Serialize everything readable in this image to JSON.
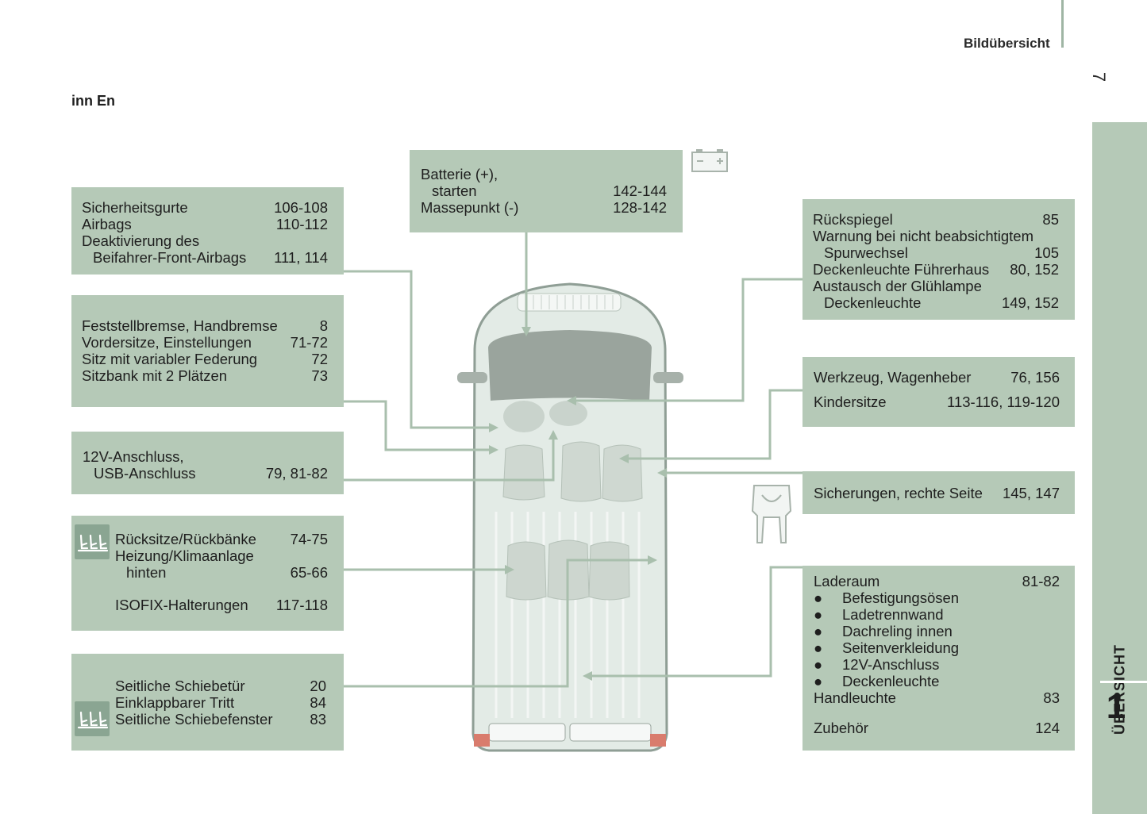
{
  "header": {
    "title": "Bildübersicht",
    "page_number": "7"
  },
  "section": {
    "heading": "inn En"
  },
  "side_tab": {
    "label": "ÜBERSICHT",
    "number": "1"
  },
  "colors": {
    "box_bg": "#b5c9b7",
    "leader_line": "#a9bfad",
    "icon_bg": "#8aa592"
  },
  "boxes": {
    "battery": {
      "rows": [
        {
          "text": "Batterie (+),",
          "pages": ""
        },
        {
          "text": "starten",
          "pages": "142-144"
        },
        {
          "text": "Massepunkt (-)",
          "pages": "128-142"
        }
      ]
    },
    "belts": {
      "rows": [
        {
          "text": "Sicherheitsgurte",
          "pages": "106-108"
        },
        {
          "text": "Airbags",
          "pages": "110-112"
        },
        {
          "text": "Deaktivierung des",
          "pages": ""
        },
        {
          "text": "Beifahrer-Front-Airbags",
          "pages": "111, 114"
        }
      ]
    },
    "brake": {
      "rows": [
        {
          "text": "Feststellbremse, Handbremse",
          "pages": "8"
        },
        {
          "text": "Vordersitze, Einstellungen",
          "pages": "71-72"
        },
        {
          "text": "Sitz mit variabler Federung",
          "pages": "72"
        },
        {
          "text": "Sitzbank mit 2 Plätzen",
          "pages": "73"
        }
      ]
    },
    "usb": {
      "rows": [
        {
          "text": "12V-Anschluss,",
          "pages": ""
        },
        {
          "text": "USB-Anschluss",
          "pages": "79, 81-82"
        }
      ]
    },
    "rear_seats": {
      "rows": [
        {
          "text": "Rücksitze/Rückbänke",
          "pages": "74-75"
        },
        {
          "text": "Heizung/Klimaanlage",
          "pages": ""
        },
        {
          "text": "hinten",
          "pages": "65-66"
        },
        {
          "text": "ISOFIX-Halterungen",
          "pages": "117-118"
        }
      ]
    },
    "sliding": {
      "rows": [
        {
          "text": "Seitliche Schiebetür",
          "pages": "20"
        },
        {
          "text": "Einklappbarer Tritt",
          "pages": "84"
        },
        {
          "text": "Seitliche Schiebefenster",
          "pages": "83"
        }
      ]
    },
    "mirror": {
      "rows": [
        {
          "text": "Rückspiegel",
          "pages": "85"
        },
        {
          "text": "Warnung bei nicht beabsichtigtem",
          "pages": ""
        },
        {
          "text": "Spurwechsel",
          "pages": "105"
        },
        {
          "text": "Deckenleuchte Führerhaus",
          "pages": "80, 152"
        },
        {
          "text": "Austausch der Glühlampe",
          "pages": ""
        },
        {
          "text": "Deckenleuchte",
          "pages": "149, 152"
        }
      ]
    },
    "tools": {
      "rows": [
        {
          "text": "Werkzeug, Wagenheber",
          "pages": "76, 156"
        },
        {
          "text": "Kindersitze",
          "pages": "113-116, 119-120"
        }
      ]
    },
    "fuses": {
      "rows": [
        {
          "text": "Sicherungen, rechte Seite",
          "pages": "145, 147"
        }
      ]
    },
    "cargo": {
      "title": {
        "text": "Laderaum",
        "pages": "81-82"
      },
      "bullet_char": "●",
      "bullets": [
        "Befestigungsösen",
        "Ladetrennwand",
        "Dachreling innen",
        "Seitenverkleidung",
        "12V-Anschluss",
        "Deckenleuchte"
      ],
      "rows": [
        {
          "text": "Handleuchte",
          "pages": "83"
        },
        {
          "text": "Zubehör",
          "pages": "124"
        }
      ]
    }
  },
  "icons": {
    "battery": "battery-icon",
    "fuse": "fuse-icon",
    "seats": "rear-seats-icon",
    "van": "van-top-view-illustration"
  }
}
